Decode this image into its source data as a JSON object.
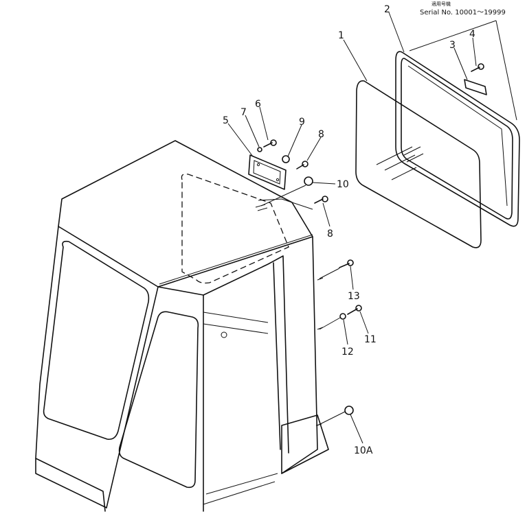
{
  "serial_note": {
    "heading": "適用号機",
    "text": "Serial No. 10001～19999"
  },
  "callouts": [
    "1",
    "2",
    "3",
    "4",
    "5",
    "6",
    "7",
    "8",
    "9",
    "8",
    "10",
    "13",
    "11",
    "12",
    "10A"
  ]
}
